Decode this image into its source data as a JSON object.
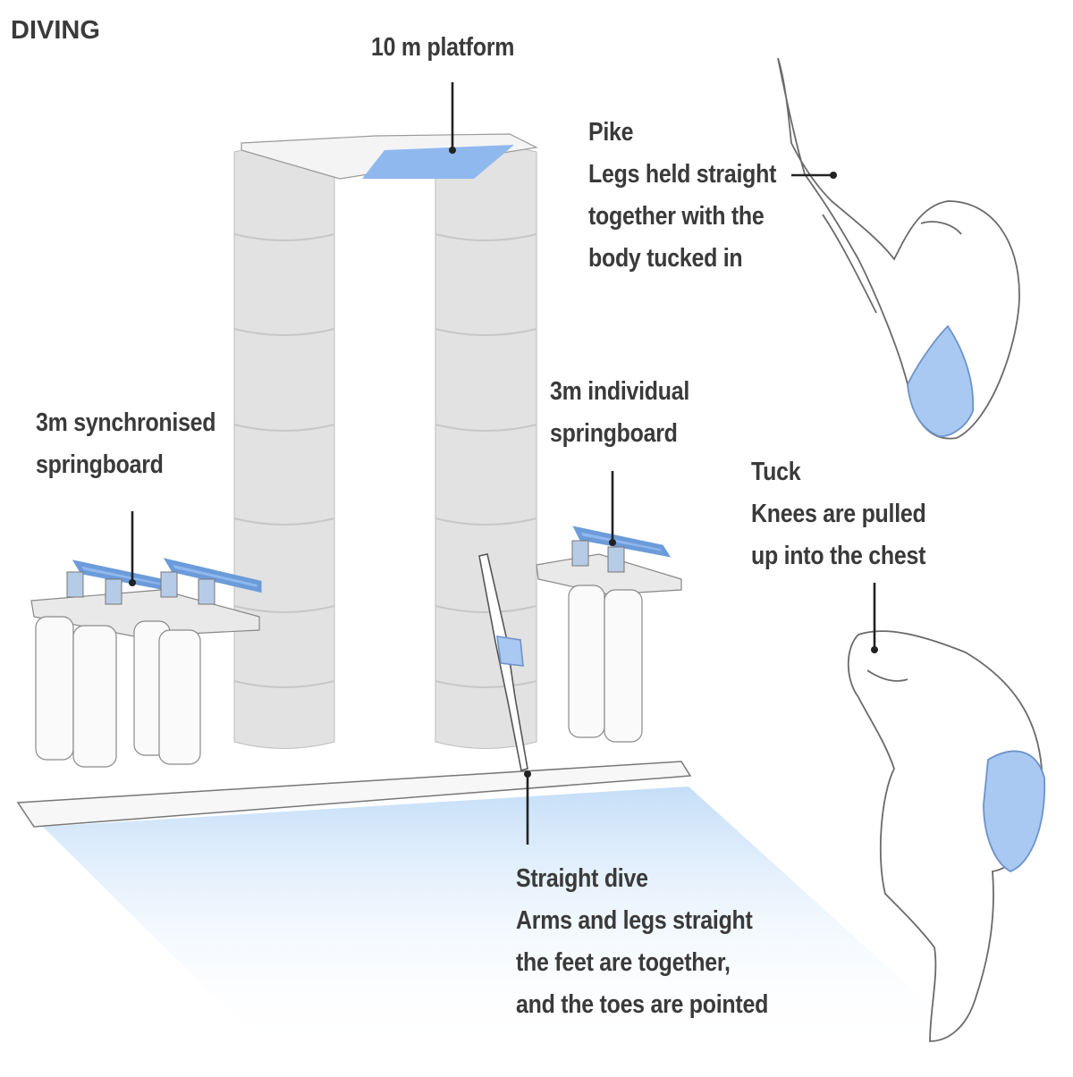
{
  "title": "DIVING",
  "labels": {
    "platform": "10 m platform",
    "synchro": [
      "3m synchronised",
      "springboard"
    ],
    "individual": [
      "3m individual",
      "springboard"
    ],
    "pike": [
      "Pike",
      "Legs held straight",
      "together with the",
      "body tucked in"
    ],
    "tuck": [
      "Tuck",
      "Knees are pulled",
      "up into the chest"
    ],
    "straight": [
      "Straight dive",
      "Arms and legs straight",
      "the feet are together,",
      "and the toes are pointed"
    ]
  },
  "colors": {
    "water": "#cfe6fb",
    "board": "#8fb8ee",
    "tower": "#e2e2e2",
    "suit": "#a9c8f2",
    "text": "#3a3a3a",
    "line": "#222222"
  },
  "icons": [
    "diving-tower-illustration",
    "diver-pike-figure",
    "diver-tuck-figure",
    "diver-straight-figure"
  ]
}
